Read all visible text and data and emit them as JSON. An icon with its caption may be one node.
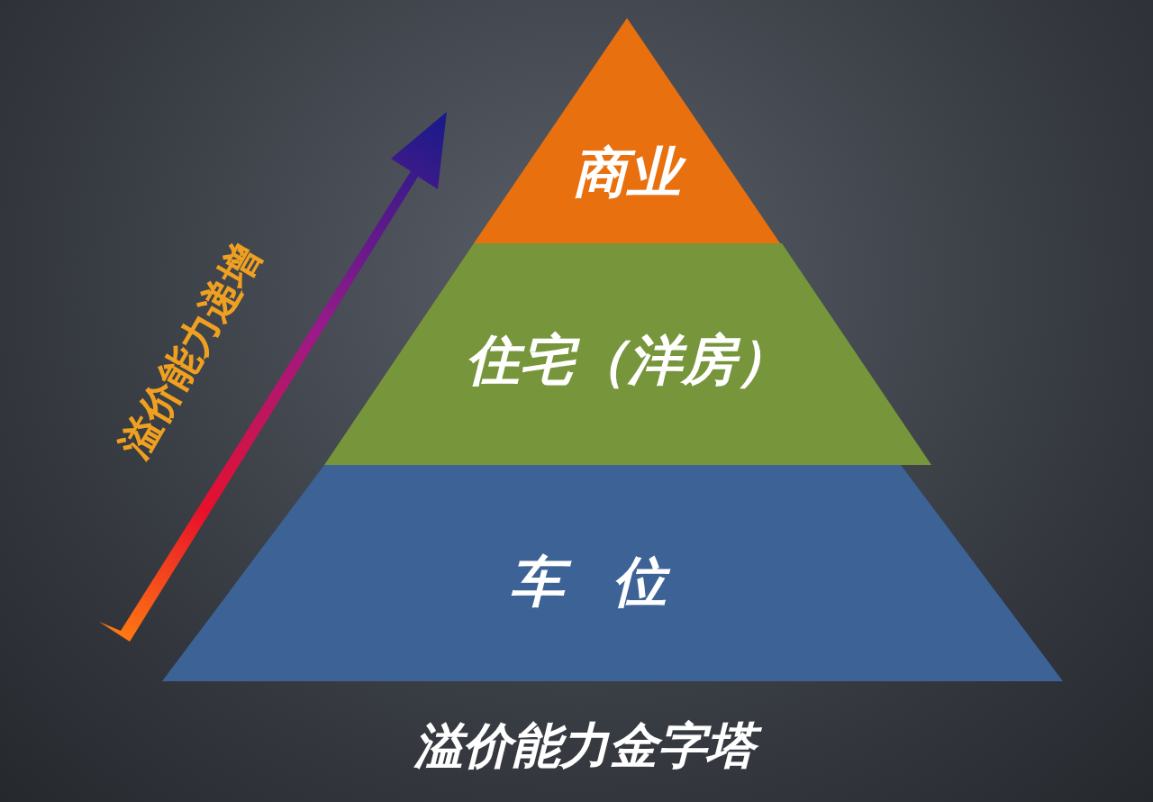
{
  "diagram": {
    "caption": "溢价能力金字塔",
    "nodes": [
      {
        "text": [
          "商业"
        ]
      },
      {
        "text": [
          "住宅（洋房）"
        ]
      },
      {
        "text": [
          "车位"
        ]
      }
    ],
    "labels": [
      "溢价能力递增"
    ]
  }
}
